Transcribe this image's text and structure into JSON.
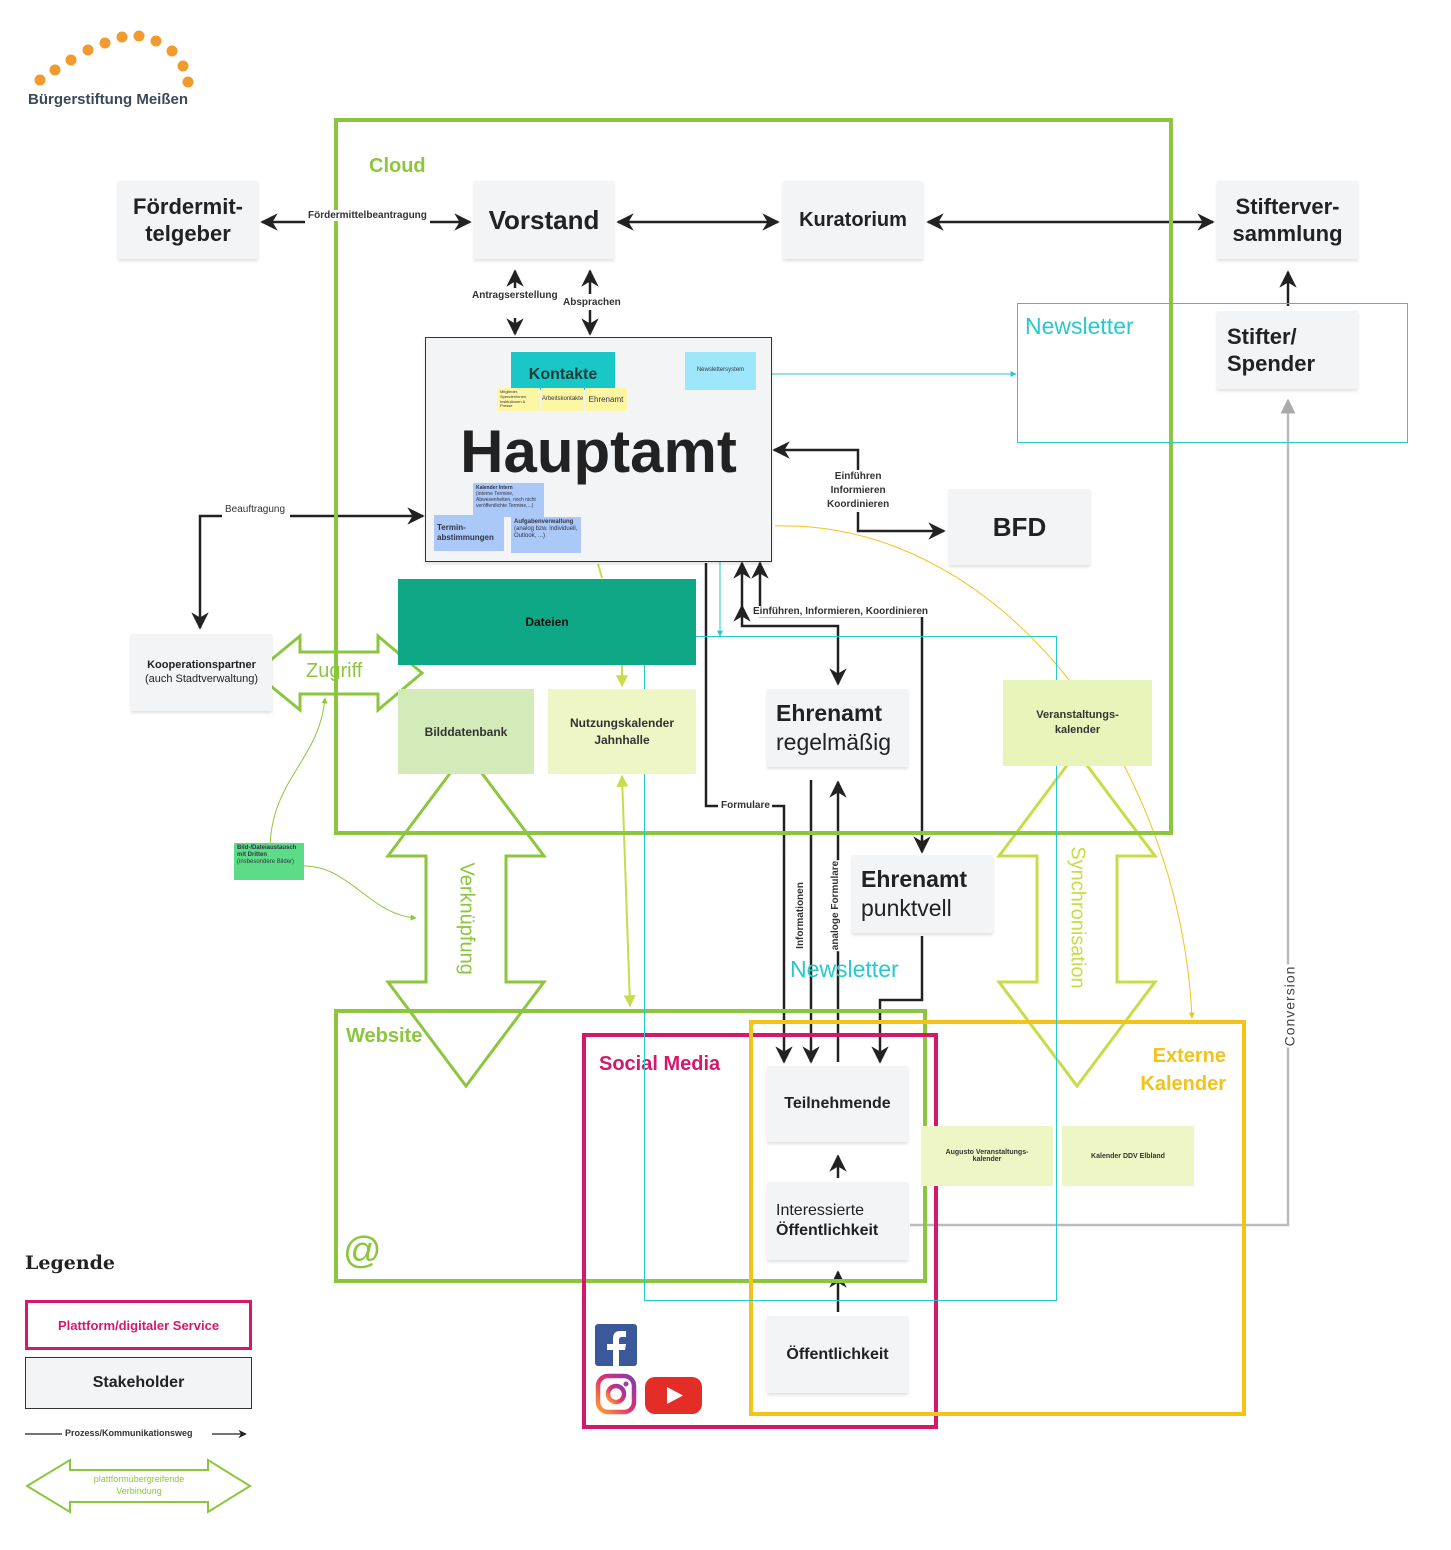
{
  "logo": {
    "name": "Bürgerstiftung Meißen",
    "accent": "#f39a2e"
  },
  "frames": {
    "cloud": {
      "label": "Cloud",
      "color": "#8cc63f"
    },
    "website": {
      "label": "Website",
      "color": "#8cc63f",
      "at_symbol": "@"
    },
    "social_media": {
      "label": "Social Media",
      "color": "#d6186d"
    },
    "externe_kalender": {
      "label": "Externe\nKalender",
      "color": "#f2c31a"
    },
    "newsletter_top": {
      "label": "Newsletter",
      "color": "#27c8cf"
    },
    "newsletter_mid": {
      "label": "Newsletter",
      "color": "#27c8cf"
    }
  },
  "stakeholders": {
    "foerdermittelgeber": "Fördermit-\ntelgeber",
    "vorstand": "Vorstand",
    "kuratorium": "Kuratorium",
    "stifterversammlung": "Stifterver-\nsammlung",
    "stifter_spender": "Stifter/\nSpender",
    "bfd": "BFD",
    "kooperationspartner_title": "Kooperationspartner",
    "kooperationspartner_sub": "(auch Stadtverwaltung)",
    "ehrenamt_regelmaessig_title": "Ehrenamt",
    "ehrenamt_regelmaessig_sub": "regelmäßig",
    "ehrenamt_punktuell_title": "Ehrenamt",
    "ehrenamt_punktuell_sub": "punktvell",
    "teilnehmende": "Teilnehmende",
    "interessierte_title": "Interessierte",
    "interessierte_sub": "Öffentlichkeit",
    "oeffentlichkeit": "Öffentlichkeit"
  },
  "hauptamt": {
    "title": "Hauptamt",
    "kontakte": "Kontakte",
    "kontakte_notes": [
      "Mitglieder, Spender/innen, Institutionen & Presse",
      "Arbeitskontakte",
      "Ehrenamt"
    ],
    "newslettersystem": "Newslettersystem",
    "kalender_title": "Kalender Intern",
    "kalender_text": "(interne Termine, Abwesenheiten, noch nicht veröffentlichte Termine,...)",
    "termin": "Termin-\nabstimmungen",
    "aufgaben_title": "Aufgabenverwaltung",
    "aufgaben_text": "(analog bzw. individuell, Outlook, ...)"
  },
  "platforms": {
    "dateien": "Dateien",
    "bilddatenbank": "Bilddatenbank",
    "nutzungskalender": "Nutzungskalender\nJahnhalle",
    "veranstaltungskalender": "Veranstaltungs-\nkalender",
    "augusto": "Augusto Veranstaltungs-\nkalender",
    "kalender_ddv": "Kalender DDV Elbland",
    "bild_note_title": "Bild-/Dateiaustausch mit Dritten",
    "bild_note_sub": "(insbesondere Bilder)"
  },
  "connections": {
    "foerdermittelbeantragung": "Fördermittelbeantragung",
    "antragserstellung": "Antragserstellung",
    "absprachen": "Absprachen",
    "beauftragung": "Beauftragung",
    "einfuehren_bfd": "Einführen\nInformieren\nKoordinieren",
    "einfuehren_ehrenamt": "Einführen, Informieren, Koordinieren",
    "formulare": "Formulare",
    "informationen": "Informationen",
    "analoge_formulare": "analoge Formulare",
    "conversion": "Conversion",
    "zugriff": "Zugriff",
    "verknuepfung": "Verknüpfung",
    "synchronisation": "Synchronisation"
  },
  "legend": {
    "title": "Legende",
    "platform": "Plattform/digitaler Service",
    "stakeholder": "Stakeholder",
    "process": "Prozess/Kommunikationsweg",
    "cross": "plattformübergreifende\nVerbindung"
  },
  "icons": {
    "facebook": "facebook-icon",
    "instagram": "instagram-icon",
    "youtube": "youtube-icon"
  }
}
